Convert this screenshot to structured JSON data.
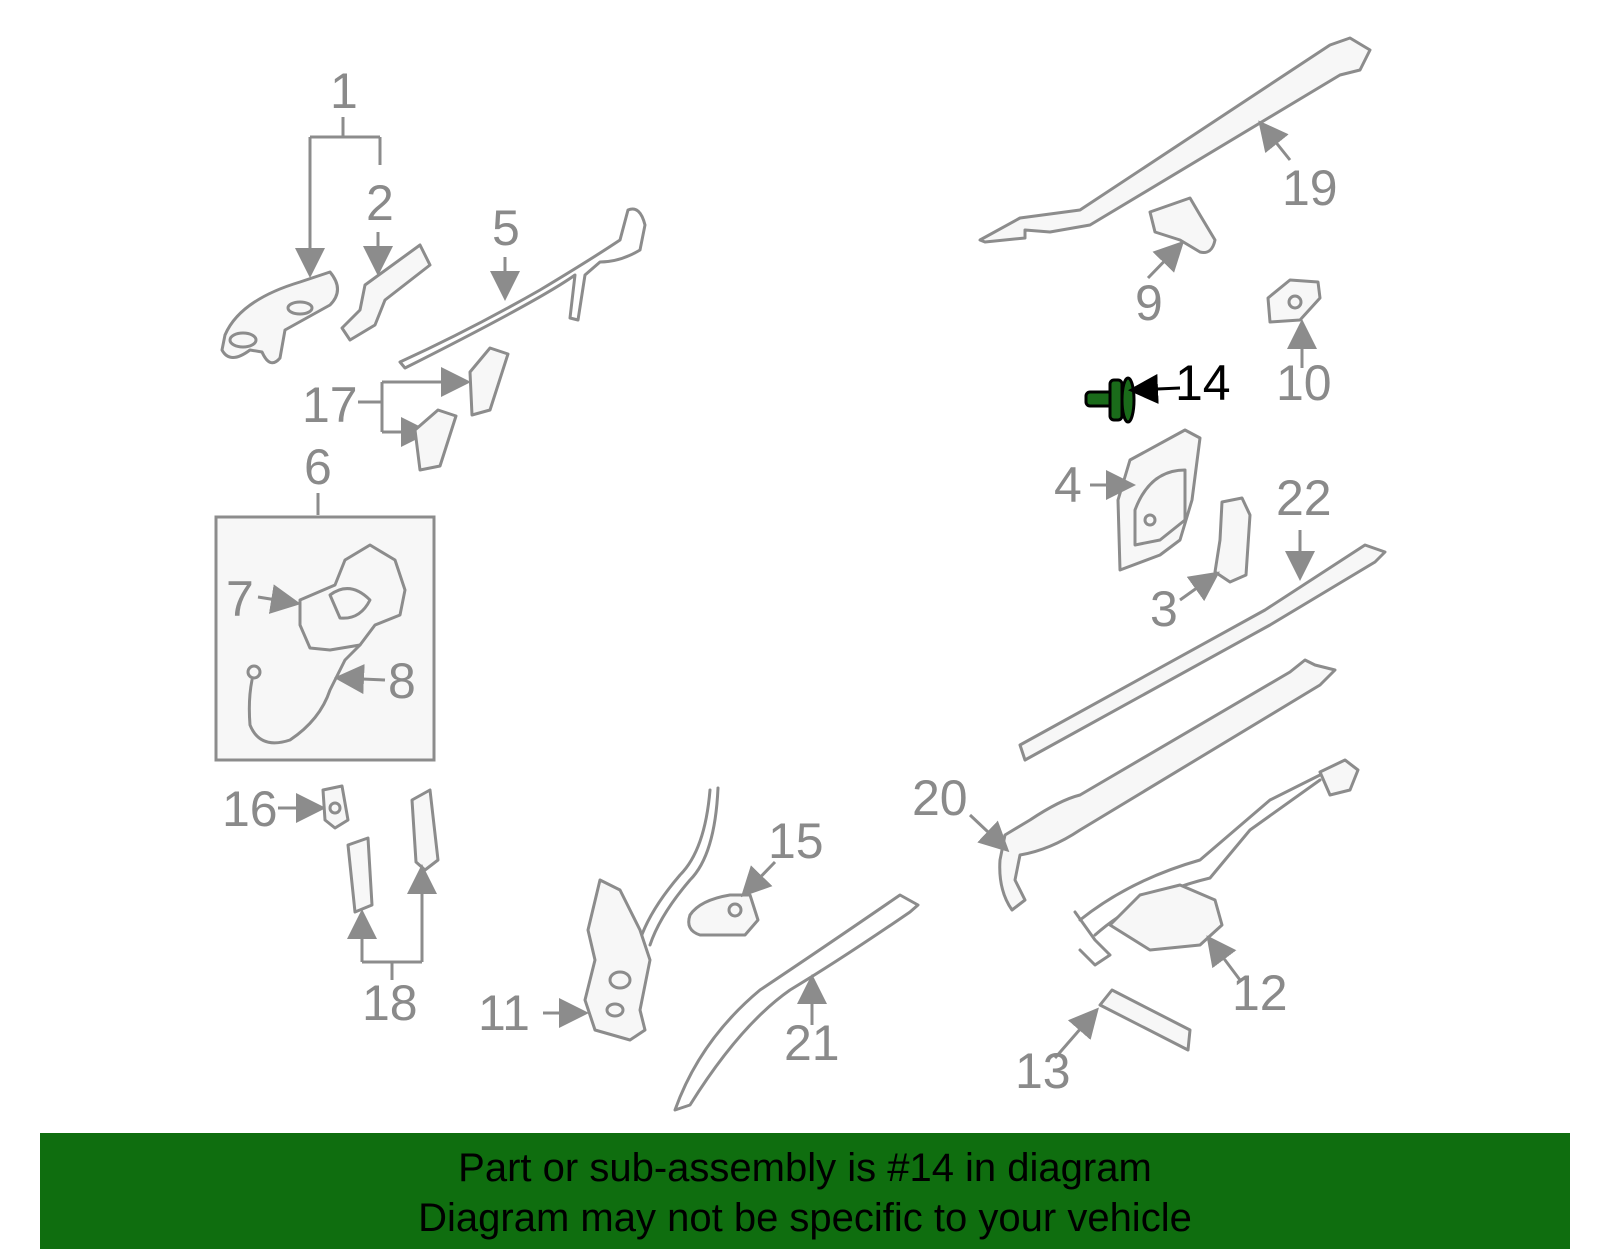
{
  "diagram": {
    "labels": [
      {
        "id": "1",
        "text": "1"
      },
      {
        "id": "2",
        "text": "2"
      },
      {
        "id": "3",
        "text": "3"
      },
      {
        "id": "4",
        "text": "4"
      },
      {
        "id": "5",
        "text": "5"
      },
      {
        "id": "6",
        "text": "6"
      },
      {
        "id": "7",
        "text": "7"
      },
      {
        "id": "8",
        "text": "8"
      },
      {
        "id": "9",
        "text": "9"
      },
      {
        "id": "10",
        "text": "10"
      },
      {
        "id": "11",
        "text": "11"
      },
      {
        "id": "12",
        "text": "12"
      },
      {
        "id": "13",
        "text": "13"
      },
      {
        "id": "14",
        "text": "14"
      },
      {
        "id": "15",
        "text": "15"
      },
      {
        "id": "16",
        "text": "16"
      },
      {
        "id": "17",
        "text": "17"
      },
      {
        "id": "18",
        "text": "18"
      },
      {
        "id": "19",
        "text": "19"
      },
      {
        "id": "20",
        "text": "20"
      },
      {
        "id": "21",
        "text": "21"
      },
      {
        "id": "22",
        "text": "22"
      }
    ],
    "highlighted_part": "14",
    "colors": {
      "part_stroke": "#8c8c8c",
      "label": "#8a8a8a",
      "highlight_fill": "#1a6b1a",
      "banner": "#0f6e0f"
    }
  },
  "banner": {
    "line1": "Part or sub-assembly is #14 in diagram",
    "line2": "Diagram may not be specific to your vehicle"
  }
}
